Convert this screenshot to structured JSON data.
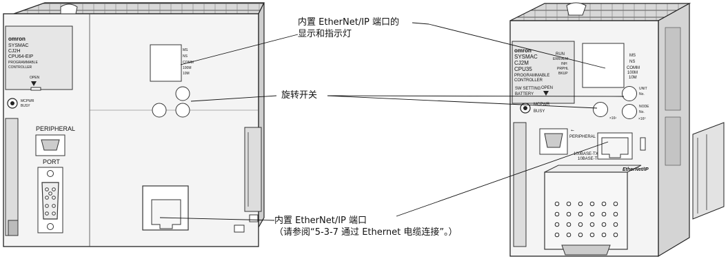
{
  "left_unit": {
    "brand": "omron",
    "series": "SYSMAC",
    "model": "CJ2H",
    "cpu": "CPU64-EIP",
    "desc1": "PROGRAMMABLE",
    "desc2": "CONTROLLER",
    "led_ms": "MS",
    "led_ns": "NS",
    "led_comm": "COMM",
    "led_100m": "100M",
    "led_10m": "10M",
    "open_label": "OPEN",
    "mcpwr": "MCPWR",
    "busy": "BUSY",
    "peripheral": "PERIPHERAL",
    "port": "PORT"
  },
  "right_unit": {
    "brand": "omron",
    "series": "SYSMAC",
    "model": "CJ2M",
    "cpu": "CPU35",
    "desc1": "PROGRAMMABLE",
    "desc2": "CONTROLLER",
    "run": "RUN",
    "err_alm": "ERR/ALM",
    "inh": "INH",
    "prphl": "PRPHL",
    "bkup": "BKUP",
    "led_ms": "MS",
    "led_ns": "NS",
    "led_comm": "COMM",
    "led_100m": "100M",
    "led_10m": "10M",
    "sw_setting": "SW SETTING",
    "battery": "BATTERY",
    "open_label": "OPEN",
    "mcpwr": "MCPWR",
    "busy": "BUSY",
    "unit": "UNIT",
    "unit_no": "No.",
    "node": "NODE",
    "node_no": "No.",
    "x16_1": "×16¹",
    "x16_0": "×16⁰",
    "peripheral": "PERIPHERAL",
    "base_100": "100BASE-TX",
    "base_10": "10BASE-T",
    "ethernetip": "EtherNet/IP"
  },
  "callouts": {
    "indicators_line1": "内置 EtherNet/IP 端口的",
    "indicators_line2": "显示和指示灯",
    "rotary": "旋转开关",
    "port_line1": "内置 EtherNet/IP 端口",
    "port_line2": "（请参阅“5-3-7 通过 Ethernet 电缆连接”。）"
  }
}
